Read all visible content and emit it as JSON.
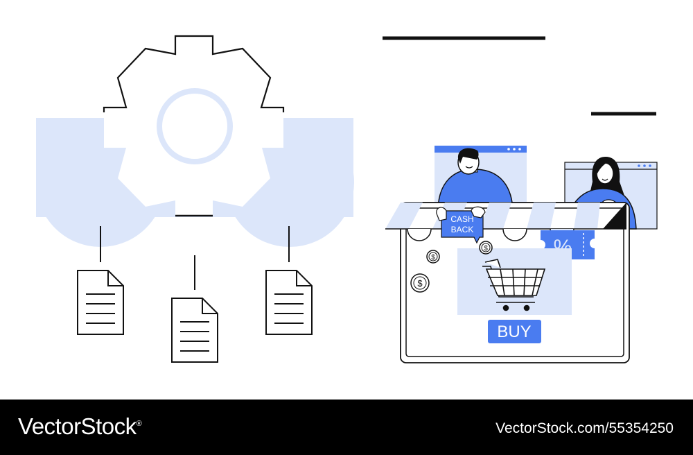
{
  "illustration": {
    "cashback_label_line1": "CASH",
    "cashback_label_line2": "BACK",
    "buy_label": "BUY",
    "percent_symbol": "%",
    "dollar_symbol": "$",
    "icons": [
      "cloud-icon",
      "gear-icon",
      "document-icon",
      "cart-icon",
      "coin-icon",
      "coupon-icon",
      "browser-window-icon"
    ]
  },
  "colors": {
    "accent_blue": "#4a7cf0",
    "light_blue": "#dce6fa",
    "line": "#111111",
    "footer_bg": "#000000",
    "footer_text": "#ffffff"
  },
  "footer": {
    "brand": "VectorStock",
    "brand_mark": "®",
    "image_id": "VectorStock.com/55354250"
  }
}
